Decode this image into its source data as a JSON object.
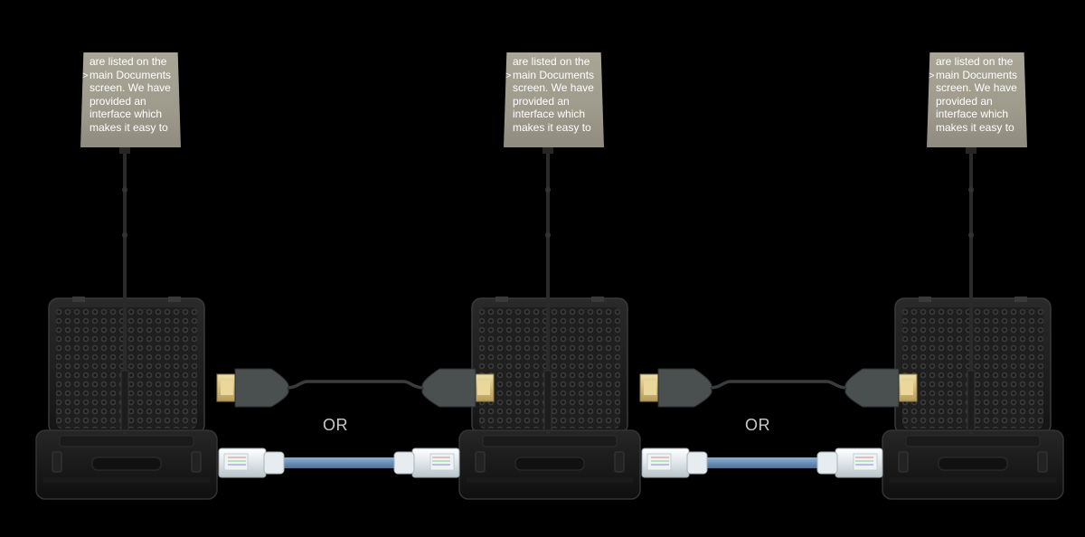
{
  "prompter_text": "are listed on the\nmain Documents\nscreen. We have\nprovided an\ninterface which\nmakes it easy to",
  "prompter_cursor": ">",
  "connector_label": "OR",
  "colors": {
    "background": "#000000",
    "case": "#1b1b1b",
    "foam": "#2a2a2a",
    "glass": "#a5a193",
    "hdmi_cable": "#3b3f40",
    "hdmi_gold": "#d8c48a",
    "ethernet_cable": "#6b8fb6",
    "label": "#c9c9c9"
  },
  "icons": [
    "teleprompter-glass",
    "tripod-pole",
    "hard-case",
    "hdmi-cable",
    "ethernet-cable"
  ]
}
